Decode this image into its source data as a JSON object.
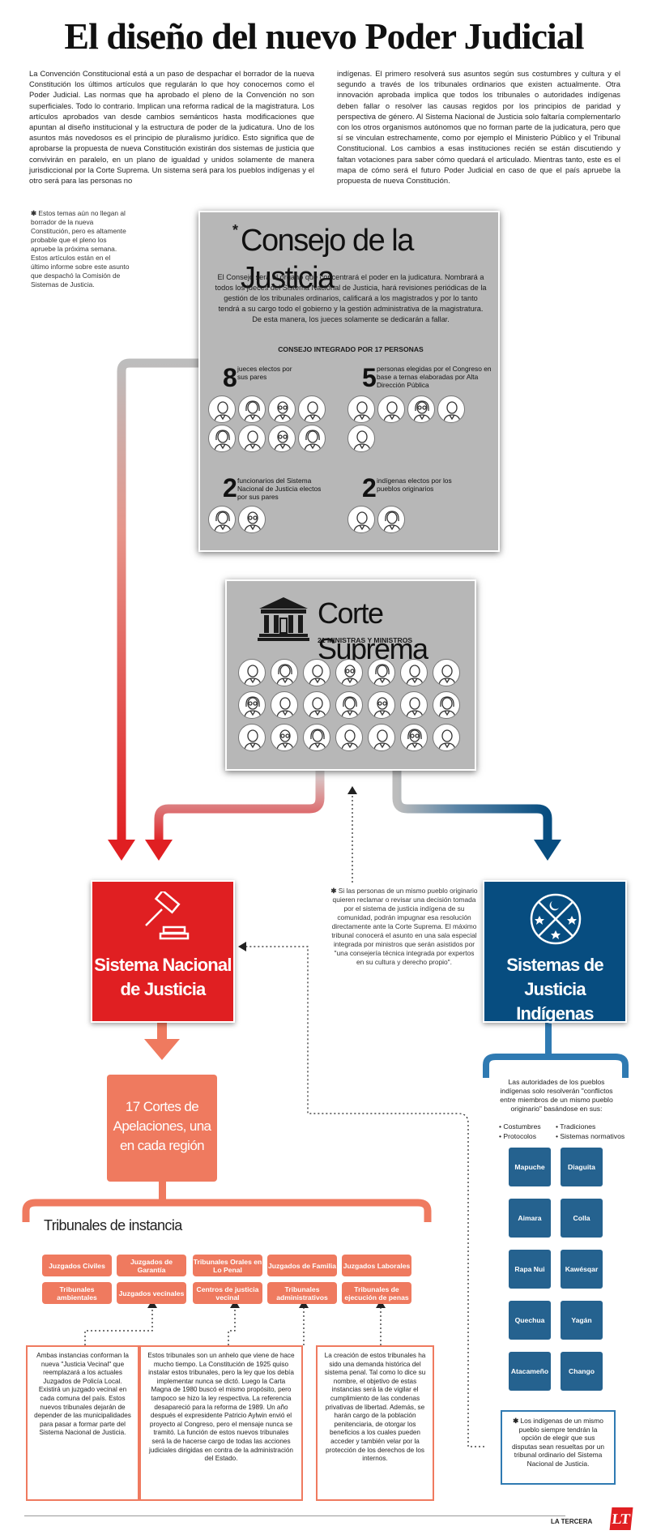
{
  "title": "El diseño del nuevo Poder Judicial",
  "intro_left": "La Convención Constitucional está a un paso de despachar el borrador de la nueva Constitución los últimos artículos que regularán lo que hoy conocemos como el Poder Judicial. Las normas que ha aprobado el pleno de la Convención no son superficiales. Todo lo contrario. Implican una reforma radical de la magistratura. Los artículos aprobados van desde cambios semánticos hasta modificaciones que apuntan al diseño institucional y la estructura de poder de la judicatura. Uno de los asuntos más novedosos es el principio de pluralismo jurídico. Esto significa que de aprobarse la propuesta de nueva Constitución existirán dos sistemas de justicia que convivirán en paralelo, en un plano de igualdad y unidos solamente de manera jurisdiccional por la Corte Suprema. Un sistema será para los pueblos indígenas y el otro será para las personas no",
  "intro_right": "indígenas. El primero resolverá sus asuntos según sus costumbres y cultura y el segundo a través de los tribunales ordinarios que existen actualmente. Otra innovación aprobada implica que todos los tribunales o autoridades indígenas deben fallar o resolver las causas regidos por los principios de paridad y perspectiva de género. Al Sistema Nacional de Justicia solo faltaría complementarlo con los otros organismos autónomos que no forman parte de la judicatura, pero que sí se vinculan estrechamente, como por ejemplo el Ministerio Público y el Tribunal Constitucional. Los cambios a esas instituciones recién se están discutiendo y faltan votaciones para saber cómo quedará el articulado. Mientras tanto, este es el mapa de cómo será el futuro Poder Judicial en caso de que el país apruebe la propuesta de nueva Constitución.",
  "side_note": {
    "asterisk": "✱",
    "text": "Estos temas aún no llegan al borrador de la nueva Constitución, pero es altamente probable que el pleno los apruebe la próxima semana. Estos artículos están en el último informe sobre este asunto que despachó la Comisión de Sistemas de Justicia."
  },
  "consejo": {
    "asterisk": "*",
    "title": "Consejo de la Justicia",
    "description": "El Consejo será el órgano que concentrará el poder en la judicatura. Nombrará a todos los jueces del Sistema Nacional de Justicia, hará revisiones periódicas de la gestión de los tribunales ordinarios, calificará a los magistrados y por lo tanto tendrá a su cargo todo el gobierno y la gestión administrativa de la magistratura. De esta manera, los jueces solamente se dedicarán a fallar.",
    "subtitle": "CONSEJO INTEGRADO POR 17 PERSONAS",
    "groups": [
      {
        "number": "8",
        "label": "jueces electos por sus pares",
        "count": 8
      },
      {
        "number": "5",
        "label": "personas elegidas por el Congreso en base a ternas elaboradas por Alta Dirección Pública",
        "count": 5
      },
      {
        "number": "2",
        "label": "funcionarios del Sistema Nacional de Justicia electos por sus pares",
        "count": 2
      },
      {
        "number": "2",
        "label": "indígenas electos por los pueblos originarios",
        "count": 2
      }
    ]
  },
  "corte": {
    "title": "Corte Suprema",
    "subtitle": "21 MINISTRAS Y MINISTROS",
    "count": 21,
    "icon": "courthouse-icon"
  },
  "snj": {
    "title_line1": "Sistema Nacional",
    "title_line2": "de Justicia",
    "icon": "gavel-icon",
    "color": "#e01f22"
  },
  "sji": {
    "title_line1": "Sistemas de",
    "title_line2": "Justicia Indígenas",
    "icon": "indigenous-symbol-icon",
    "color": "#074d80"
  },
  "corte_note": {
    "asterisk": "✱",
    "text": "Si las personas de un mismo pueblo originario quieren reclamar o revisar una decisión tomada por el sistema de justicia indígena de su comunidad, podrán impugnar esa resolución directamente ante la Corte Suprema. El máximo tribunal conocerá el asunto en una sala especial integrada por ministros que serán asistidos por \"una consejería técnica integrada por expertos en su cultura y derecho propio\"."
  },
  "cortes_apelaciones": {
    "line1": "17 Cortes de",
    "line2": "Apelaciones, una",
    "line3": "en cada región"
  },
  "tribunales": {
    "title": "Tribunales de instancia",
    "items": [
      [
        "Juzgados Civiles",
        "Tribunales ambientales"
      ],
      [
        "Juzgados de Garantía",
        "Juzgados vecinales"
      ],
      [
        "Tribunales Orales en Lo Penal",
        "Centros de justicia vecinal"
      ],
      [
        "Juzgados de Familia",
        "Tribunales administrativos"
      ],
      [
        "Juzgados Laborales",
        "Tribunales de ejecución de penas"
      ]
    ],
    "notes": [
      "Ambas instancias conforman la nueva \"Justicia Vecinal\" que reemplazará a los actuales Juzgados de Policía Local. Existirá un juzgado vecinal en cada comuna del país. Estos nuevos tribunales dejarán de depender de las municipalidades para pasar a formar parte del Sistema Nacional de Justicia.",
      "Estos tribunales son un anhelo que viene de hace mucho tiempo. La Constitución de 1925 quiso instalar estos tribunales, pero la ley que los debía implementar nunca se dictó. Luego la Carta Magna de 1980 buscó el mismo propósito, pero tampoco se hizo la ley respectiva. La referencia desapareció para la reforma de 1989. Un año después el expresidente Patricio Aylwin envió el proyecto al Congreso, pero el mensaje nunca se tramitó. La función de estos nuevos tribunales será la de hacerse cargo de todas las acciones judiciales dirigidas en contra de la administración del Estado.",
      "La creación de estos tribunales ha sido una demanda histórica del sistema penal. Tal como lo dice su nombre, el objetivo de estas instancias será la de vigilar el cumplimiento de las condenas privativas de libertad. Además, se harán cargo de la población penitenciaria, de otorgar los beneficios a los cuales pueden acceder y también velar por la protección de los derechos de los internos."
    ]
  },
  "indigenas": {
    "intro": "Las autoridades de los pueblos indígenas solo resolverán \"conflictos entre miembros de un mismo pueblo originario\" basándose en sus:",
    "bases": [
      "Costumbres",
      "Tradiciones",
      "Protocolos",
      "Sistemas normativos"
    ],
    "pueblos": [
      "Mapuche",
      "Diaguita",
      "Aimara",
      "Colla",
      "Rapa Nui",
      "Kawésqar",
      "Quechua",
      "Yagán",
      "Atacameño",
      "Chango"
    ],
    "note_asterisk": "✱",
    "note": "Los indígenas de un mismo pueblo siempre tendrán la opción de elegir que sus disputas sean resueltas por un tribunal ordinario del Sistema Nacional de Justicia."
  },
  "footer": {
    "brand": "LA TERCERA",
    "logo": "LT"
  },
  "colors": {
    "red": "#e01f22",
    "salmon": "#ef7a5f",
    "blue": "#074d80",
    "indig_pill": "#25628f",
    "gray": "#b7b7b7"
  }
}
